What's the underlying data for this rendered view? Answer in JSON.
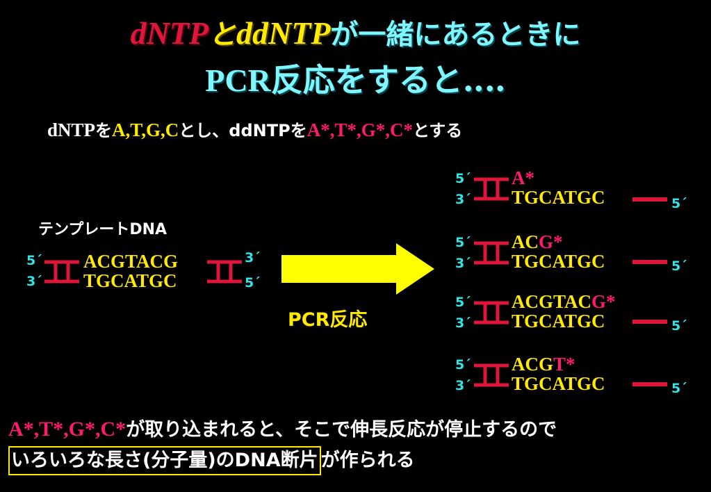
{
  "title": {
    "line1_dntp": "dNTP",
    "line1_to": "と",
    "line1_ddntp": "ddNTP",
    "line1_rest": "が一緒にあるときに",
    "line2": "PCR反応をすると‥‥"
  },
  "subtitle": {
    "dntp": "dNTP",
    "wo1": "を",
    "normal": "A,T,G,C",
    "mid": "とし、ddNTP",
    "wo2": "を",
    "starred": "A*,T*,G*,C*",
    "end": "とする"
  },
  "template": {
    "label": "テンプレートDNA",
    "top_seq": "ACGTACG",
    "bottom_seq": "TGCATGC",
    "left_top_end": "5´",
    "left_bottom_end": "3´",
    "right_top_end": "3´",
    "right_bottom_end": "5´"
  },
  "reaction_label": "PCR反応",
  "products": [
    {
      "prefix": "",
      "terminal": "A*",
      "template": "TGCATGC",
      "end5": "5´",
      "end3": "3´",
      "end_right": "5´"
    },
    {
      "prefix": "AC",
      "terminal": "G*",
      "template": "TGCATGC",
      "end5": "5´",
      "end3": "3´",
      "end_right": "5´"
    },
    {
      "prefix": "ACGTAC",
      "terminal": "G*",
      "template": "TGCATGC",
      "end5": "5´",
      "end3": "3´",
      "end_right": "5´"
    },
    {
      "prefix": "ACG",
      "terminal": "T*",
      "template": "TGCATGC",
      "end5": "5´",
      "end3": "3´",
      "end_right": "5´"
    }
  ],
  "conclusion": {
    "starred": "A*,T*,G*,C*",
    "line1_rest": "が取り込まれると、そこで伸長反応が停止するので",
    "boxed": "いろいろな長さ(分子量)のDNA断片",
    "line2_rest": "が作られる"
  },
  "colors": {
    "red": "#e0153a",
    "yellow": "#ffea00",
    "cyan": "#7ff7ff",
    "pink": "#ff1a6e",
    "prime_cyan": "#2ee6e6"
  }
}
